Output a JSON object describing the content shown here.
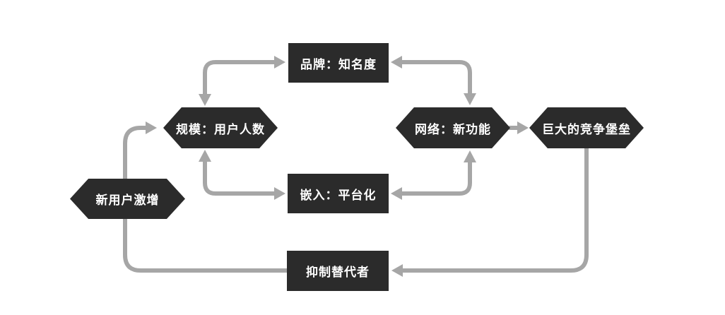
{
  "diagram": {
    "title": "network-effects-moat-loop-diagram",
    "colors": {
      "background": "#ffffff",
      "node_fill": "#2b2b2b",
      "node_text": "#ffffff",
      "arrow": "#a6a6a6"
    },
    "nodes": [
      {
        "id": "brand",
        "label": "品牌：知名度",
        "shape": "rectangle"
      },
      {
        "id": "scale",
        "label": "规模：用户人数",
        "shape": "hexagon"
      },
      {
        "id": "network",
        "label": "网络：新功能",
        "shape": "hexagon"
      },
      {
        "id": "fortress",
        "label": "巨大的竞争堡垒",
        "shape": "hexagon"
      },
      {
        "id": "embed",
        "label": "嵌入：平台化",
        "shape": "rectangle"
      },
      {
        "id": "surge",
        "label": "新用户激增",
        "shape": "hexagon"
      },
      {
        "id": "suppress",
        "label": "抑制替代者",
        "shape": "rectangle"
      }
    ],
    "edges": [
      {
        "from": "scale",
        "to": "brand",
        "bidirectional": true
      },
      {
        "from": "brand",
        "to": "network",
        "bidirectional": true
      },
      {
        "from": "scale",
        "to": "embed",
        "bidirectional": true
      },
      {
        "from": "embed",
        "to": "network",
        "bidirectional": true
      },
      {
        "from": "network",
        "to": "fortress",
        "bidirectional": false
      },
      {
        "from": "fortress",
        "to": "suppress",
        "bidirectional": false
      },
      {
        "from": "suppress",
        "to": "scale",
        "via": "surge",
        "bidirectional": false
      }
    ]
  }
}
